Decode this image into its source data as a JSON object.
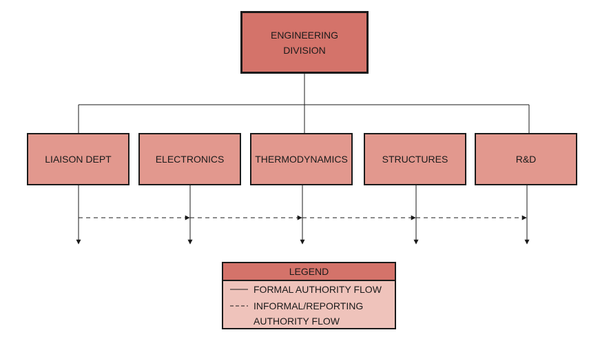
{
  "top_unit": {
    "line1": "ENGINEERING",
    "line2": "DIVISION"
  },
  "departments": [
    {
      "id": "liaison",
      "label": "LIAISON DEPT"
    },
    {
      "id": "electronics",
      "label": "ELECTRONICS"
    },
    {
      "id": "thermodynamics",
      "label": "THERMODYNAMICS"
    },
    {
      "id": "structures",
      "label": "STRUCTURES"
    },
    {
      "id": "rnd",
      "label": "R&D"
    }
  ],
  "legend": {
    "title": "LEGEND",
    "formal_label": "FORMAL AUTHORITY FLOW",
    "informal_label_line1": "INFORMAL/REPORTING",
    "informal_label_line2": "AUTHORITY FLOW"
  },
  "colors": {
    "top_box": "#d4736a",
    "dept_box": "#e2988e",
    "legend_body": "#efc3bb",
    "line": "#1a1a1a"
  }
}
